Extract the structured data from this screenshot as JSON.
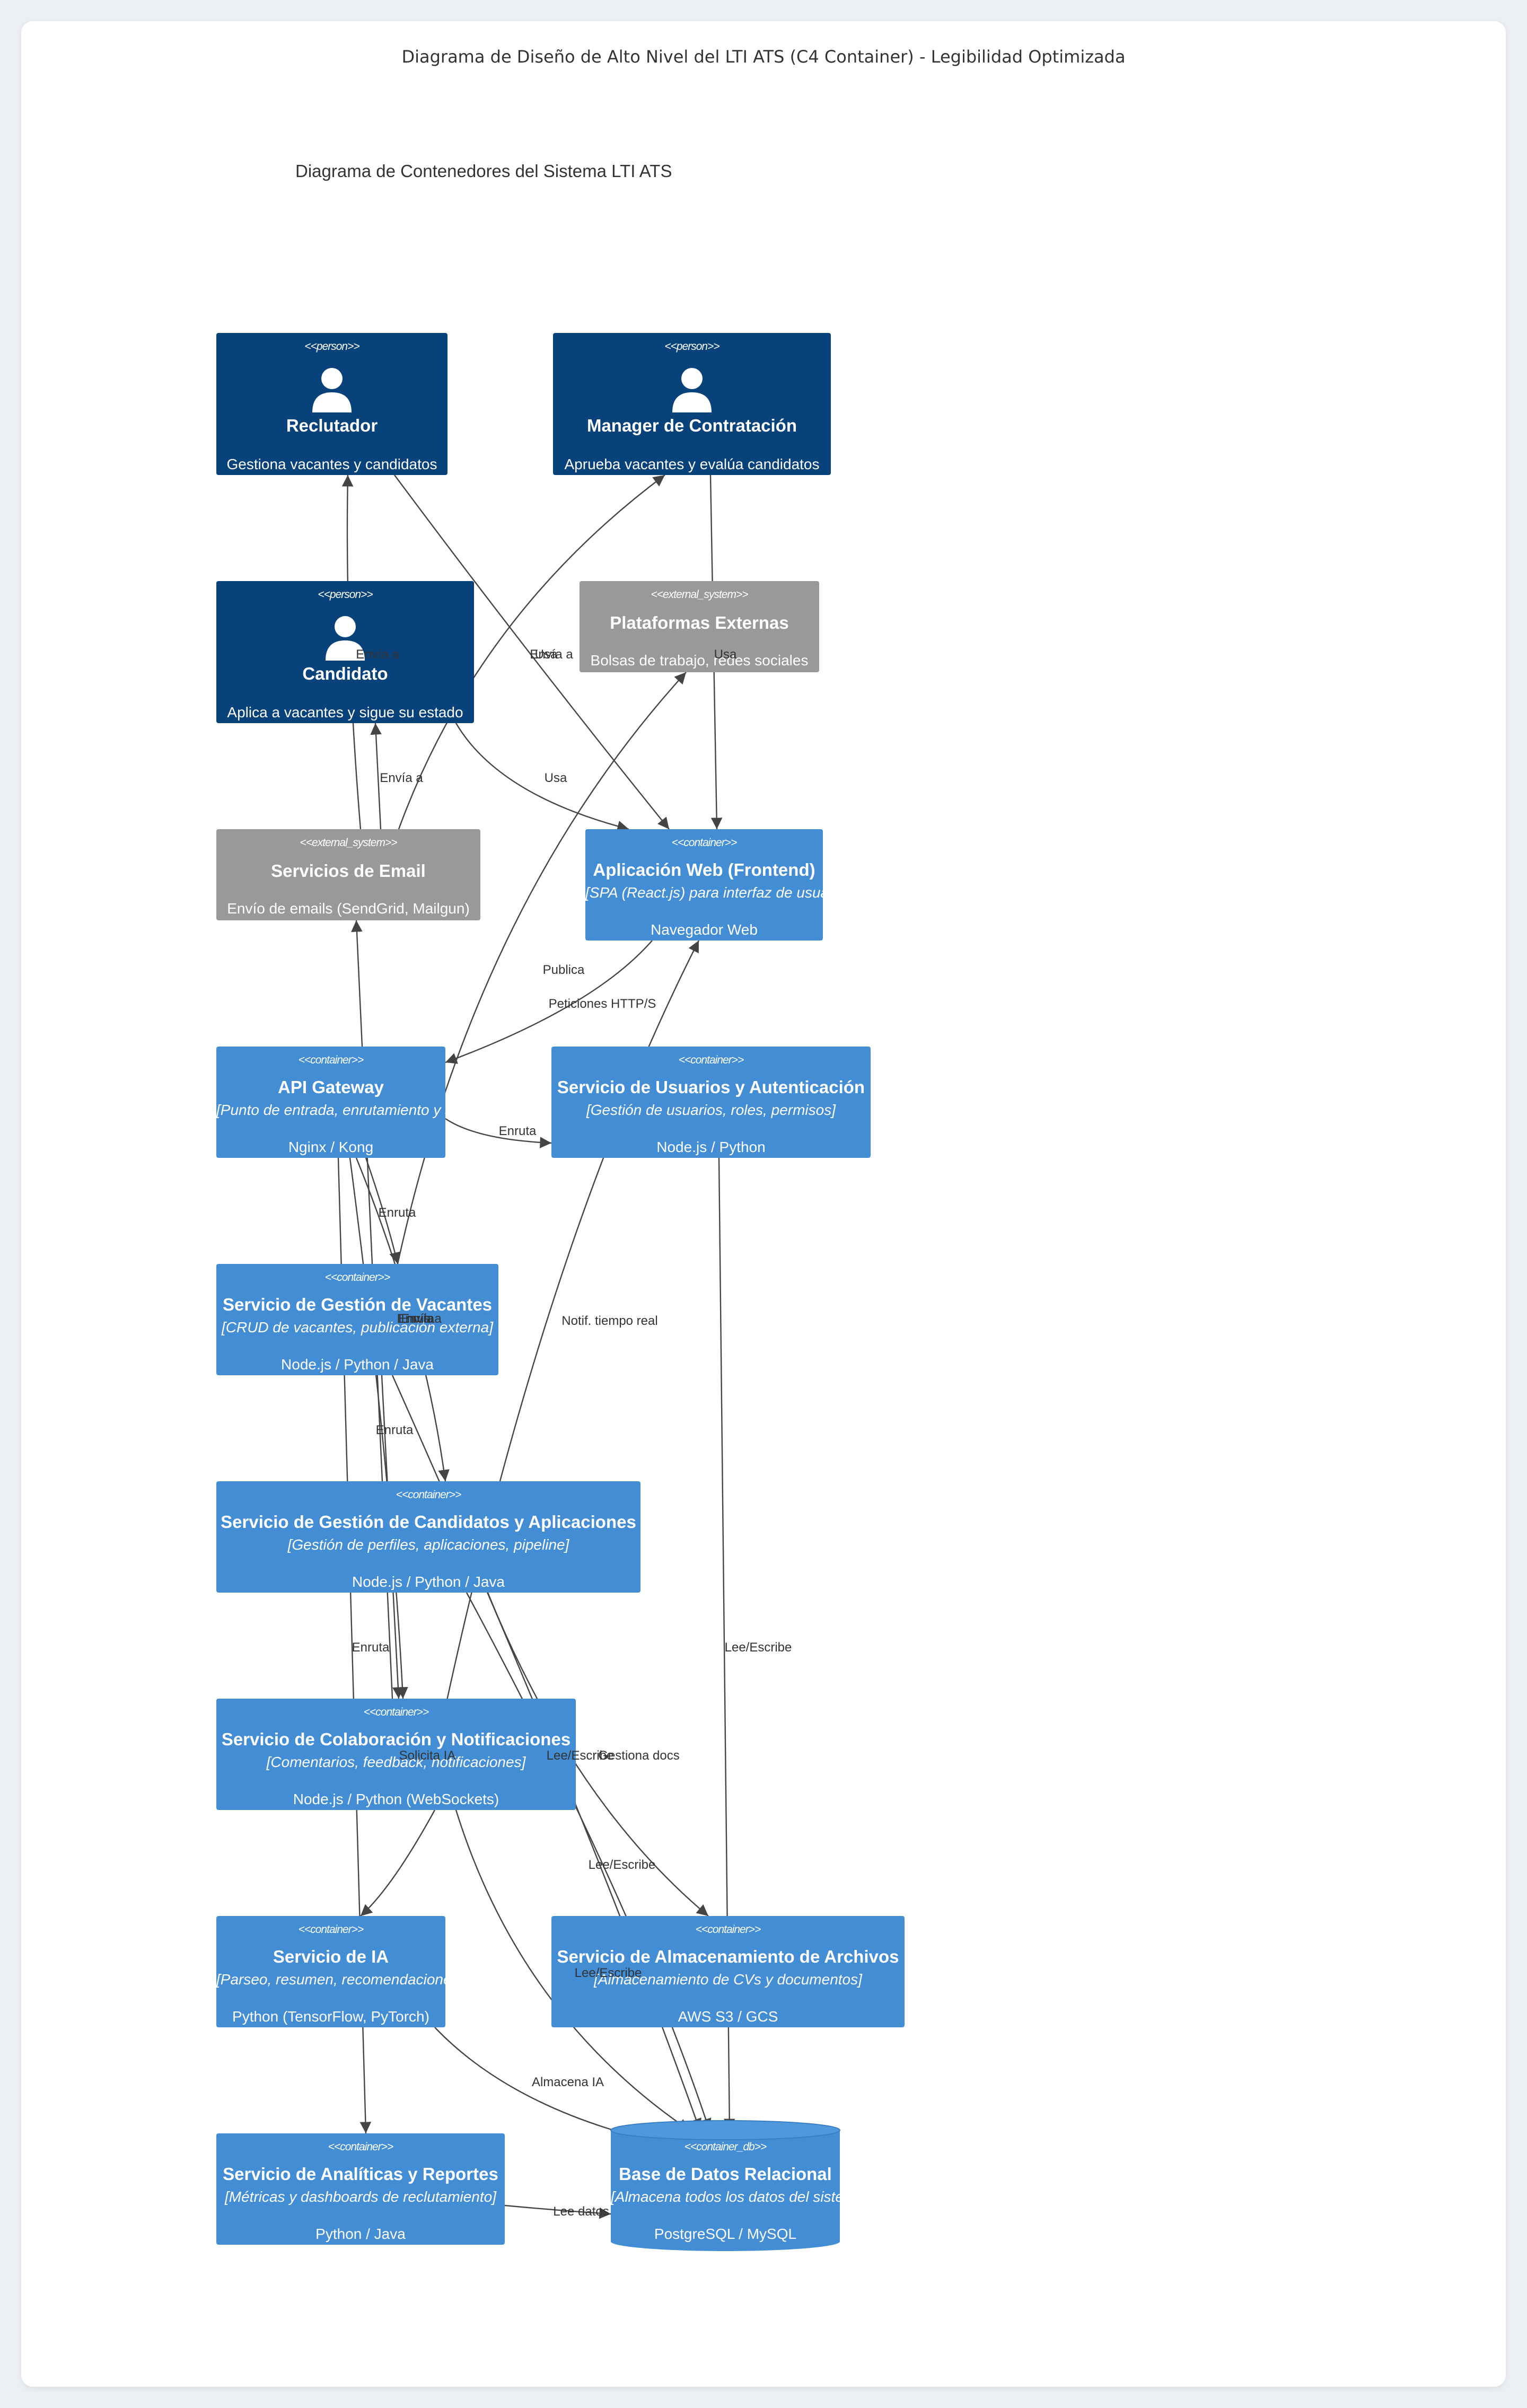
{
  "title": "Diagrama de Diseño de Alto Nivel del LTI ATS (C4 Container) - Legibilidad Optimizada",
  "subtitle": "Diagrama de Contenedores del Sistema LTI ATS",
  "colors": {
    "person": "#08427b",
    "external_system": "#999999",
    "container": "#438dd5",
    "edge": "#444444"
  },
  "nodes": {
    "reclutador": {
      "stereotype": "<<person>>",
      "title": "Reclutador",
      "description": "Gestiona vacantes y candidatos",
      "icon": "person-icon"
    },
    "manager": {
      "stereotype": "<<person>>",
      "title": "Manager de Contratación",
      "description": "Aprueba vacantes y evalúa candidatos",
      "icon": "person-icon"
    },
    "candidato": {
      "stereotype": "<<person>>",
      "title": "Candidato",
      "description": "Aplica a vacantes y sigue su estado",
      "icon": "person-icon"
    },
    "plataformas": {
      "stereotype": "<<external_system>>",
      "title": "Plataformas Externas",
      "description": "Bolsas de trabajo, redes sociales"
    },
    "email": {
      "stereotype": "<<external_system>>",
      "title": "Servicios de Email",
      "description": "Envío de emails (SendGrid, Mailgun)"
    },
    "webapp": {
      "stereotype": "<<container>>",
      "title": "Aplicación Web (Frontend)",
      "description": "[SPA (React.js) para interfaz de usuario]",
      "technology": "Navegador Web"
    },
    "gateway": {
      "stereotype": "<<container>>",
      "title": "API Gateway",
      "description": "[Punto de entrada, enrutamiento y seguridad]",
      "technology": "Nginx / Kong"
    },
    "usuarios": {
      "stereotype": "<<container>>",
      "title": "Servicio de Usuarios y Autenticación",
      "description": "[Gestión de usuarios, roles, permisos]",
      "technology": "Node.js / Python"
    },
    "vacantes": {
      "stereotype": "<<container>>",
      "title": "Servicio de Gestión de Vacantes",
      "description": "[CRUD de vacantes, publicación externa]",
      "technology": "Node.js / Python / Java"
    },
    "candidatos_svc": {
      "stereotype": "<<container>>",
      "title": "Servicio de Gestión de Candidatos y Aplicaciones",
      "description": "[Gestión de perfiles, aplicaciones, pipeline]",
      "technology": "Node.js / Python / Java"
    },
    "colaboracion": {
      "stereotype": "<<container>>",
      "title": "Servicio de Colaboración y Notificaciones",
      "description": "[Comentarios, feedback, notificaciones]",
      "technology": "Node.js / Python (WebSockets)"
    },
    "ia": {
      "stereotype": "<<container>>",
      "title": "Servicio de IA",
      "description": "[Parseo, resumen, recomendaciones, predicciones]",
      "technology": "Python (TensorFlow, PyTorch)"
    },
    "archivos": {
      "stereotype": "<<container>>",
      "title": "Servicio de Almacenamiento de Archivos",
      "description": "[Almacenamiento de CVs y documentos]",
      "technology": "AWS S3 / GCS"
    },
    "analiticas": {
      "stereotype": "<<container>>",
      "title": "Servicio de Analíticas y Reportes",
      "description": "[Métricas y dashboards de reclutamiento]",
      "technology": "Python / Java"
    },
    "db": {
      "stereotype": "<<container_db>>",
      "title": "Base de Datos Relacional",
      "description": "[Almacena todos los datos del sistema]",
      "technology": "PostgreSQL / MySQL"
    }
  },
  "edges": [
    {
      "id": "rec-web",
      "from": "reclutador",
      "to": "webapp",
      "label": "Usa"
    },
    {
      "id": "man-web",
      "from": "manager",
      "to": "webapp",
      "label": "Usa"
    },
    {
      "id": "can-web",
      "from": "candidato",
      "to": "webapp",
      "label": "Usa"
    },
    {
      "id": "mail-rec",
      "from": "email",
      "to": "reclutador",
      "label": "Envía a"
    },
    {
      "id": "mail-man",
      "from": "email",
      "to": "manager",
      "label": "Envía a"
    },
    {
      "id": "mail-can",
      "from": "email",
      "to": "candidato",
      "label": "Envía a"
    },
    {
      "id": "web-gw",
      "from": "webapp",
      "to": "gateway",
      "label": "Peticiones HTTP/S"
    },
    {
      "id": "gw-usr",
      "from": "gateway",
      "to": "usuarios",
      "label": "Enruta"
    },
    {
      "id": "gw-vac",
      "from": "gateway",
      "to": "vacantes",
      "label": "Enruta"
    },
    {
      "id": "gw-can",
      "from": "gateway",
      "to": "candidatos_svc",
      "label": "Enruta"
    },
    {
      "id": "gw-col",
      "from": "gateway",
      "to": "colaboracion",
      "label": "Enruta"
    },
    {
      "id": "gw-ana",
      "from": "gateway",
      "to": "analiticas",
      "label": "Enruta"
    },
    {
      "id": "vac-pla",
      "from": "vacantes",
      "to": "plataformas",
      "label": "Publica"
    },
    {
      "id": "vac-col",
      "from": "vacantes",
      "to": "colaboracion",
      "label": "Envía"
    },
    {
      "id": "col-web",
      "from": "colaboracion",
      "to": "webapp",
      "label": "Notif. tiempo real"
    },
    {
      "id": "col-mail",
      "from": "colaboracion",
      "to": "email",
      "label": "Envía a"
    },
    {
      "id": "usr-db",
      "from": "usuarios",
      "to": "db",
      "label": "Lee/Escribe"
    },
    {
      "id": "can-arc",
      "from": "candidatos_svc",
      "to": "archivos",
      "label": "Gestiona docs"
    },
    {
      "id": "can-db",
      "from": "candidatos_svc",
      "to": "db",
      "label": "Lee/Escribe"
    },
    {
      "id": "col-ia",
      "from": "colaboracion",
      "to": "ia",
      "label": "Solicita IA"
    },
    {
      "id": "vac-db",
      "from": "vacantes",
      "to": "db",
      "label": "Lee/Escribe"
    },
    {
      "id": "col-db",
      "from": "colaboracion",
      "to": "db",
      "label": "Lee/Escribe"
    },
    {
      "id": "ia-db",
      "from": "ia",
      "to": "db",
      "label": "Almacena IA"
    },
    {
      "id": "ana-db",
      "from": "analiticas",
      "to": "db",
      "label": "Lee datos"
    }
  ]
}
